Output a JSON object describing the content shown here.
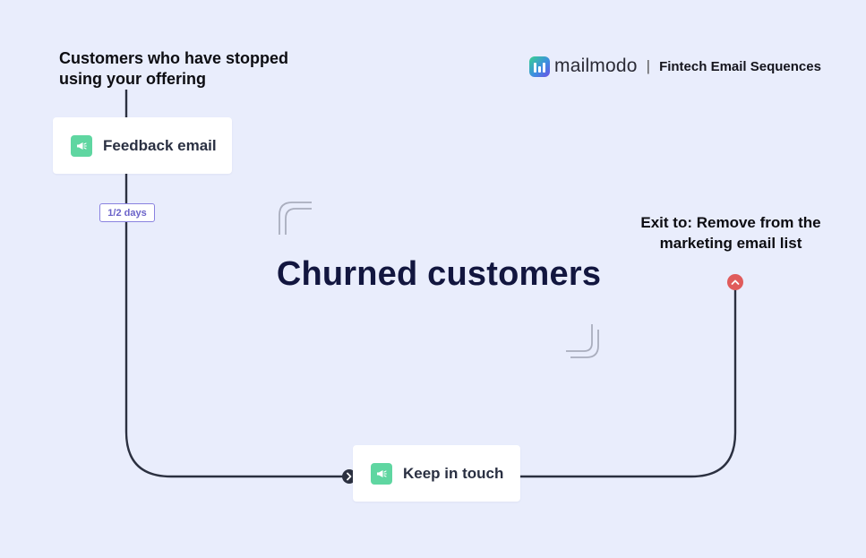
{
  "entry": {
    "label": "Customers who have stopped using your offering"
  },
  "brand": {
    "name": "mailmodo",
    "separator": "|",
    "subtitle": "Fintech Email Sequences"
  },
  "nodes": [
    {
      "label": "Feedback email",
      "icon": "megaphone-icon"
    },
    {
      "label": "Keep in touch",
      "icon": "megaphone-icon"
    }
  ],
  "delay": {
    "label": "1/2 days"
  },
  "title": "Churned customers",
  "exit": {
    "label": "Exit to: Remove from the marketing email list"
  },
  "colors": {
    "background": "#e9edfc",
    "line": "#2b3040",
    "node_icon": "#5fd6a1",
    "exit_marker": "#e05b5b",
    "badge": "#8a82e0",
    "title": "#12163f"
  }
}
